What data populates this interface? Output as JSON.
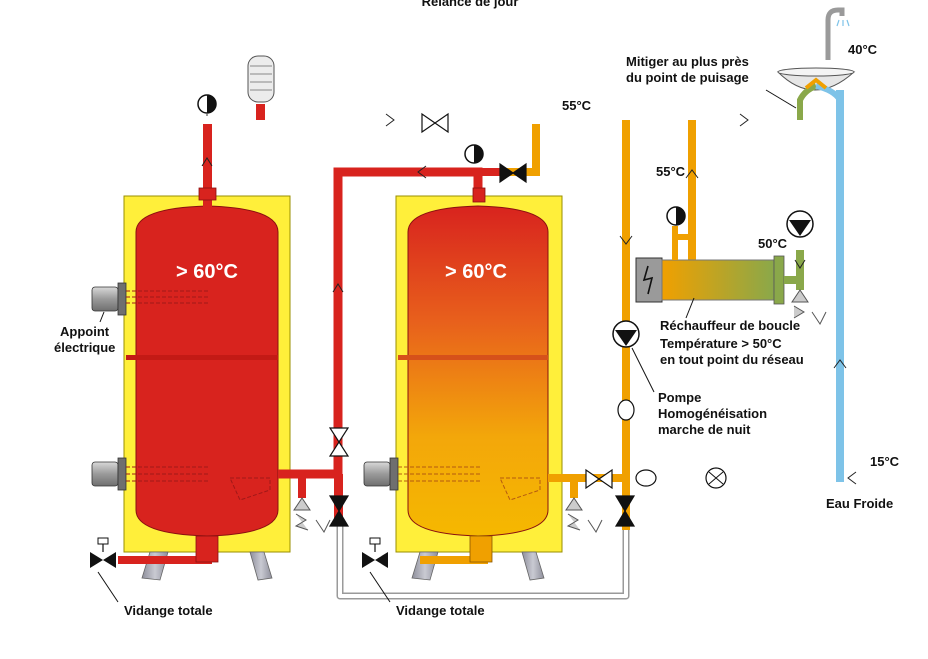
{
  "title": "Relance de jour",
  "tank1": {
    "temp": "> 60°C"
  },
  "tank2": {
    "temp": "> 60°C"
  },
  "labels": {
    "temp_40": "40°C",
    "mitigeur_1": "Mitiger au plus près",
    "mitigeur_2": "du point de puisage",
    "temp_55_main": "55°C",
    "temp_55_branch": "55°C",
    "temp_50": "50°C",
    "rechauffeur_1": "Réchauffeur de boucle",
    "rechauffeur_2": "Température > 50°C",
    "rechauffeur_3": "en tout point du réseau",
    "pompe_1": "Pompe",
    "pompe_2": "Homogénéisation",
    "pompe_3": "marche de nuit",
    "temp_15": "15°C",
    "eau_froide": "Eau Froide",
    "appoint_1": "Appoint",
    "appoint_2": "électrique",
    "vidange_1": "Vidange totale",
    "vidange_2": "Vidange totale"
  },
  "colors": {
    "hot": "#d8231e",
    "warm": "#f0a000",
    "green": "#8aa84a",
    "cold": "#7ec3e8",
    "tank_frame": "#ffef3a",
    "leg": "#a6a7b3",
    "return": "#c8c8c8"
  }
}
